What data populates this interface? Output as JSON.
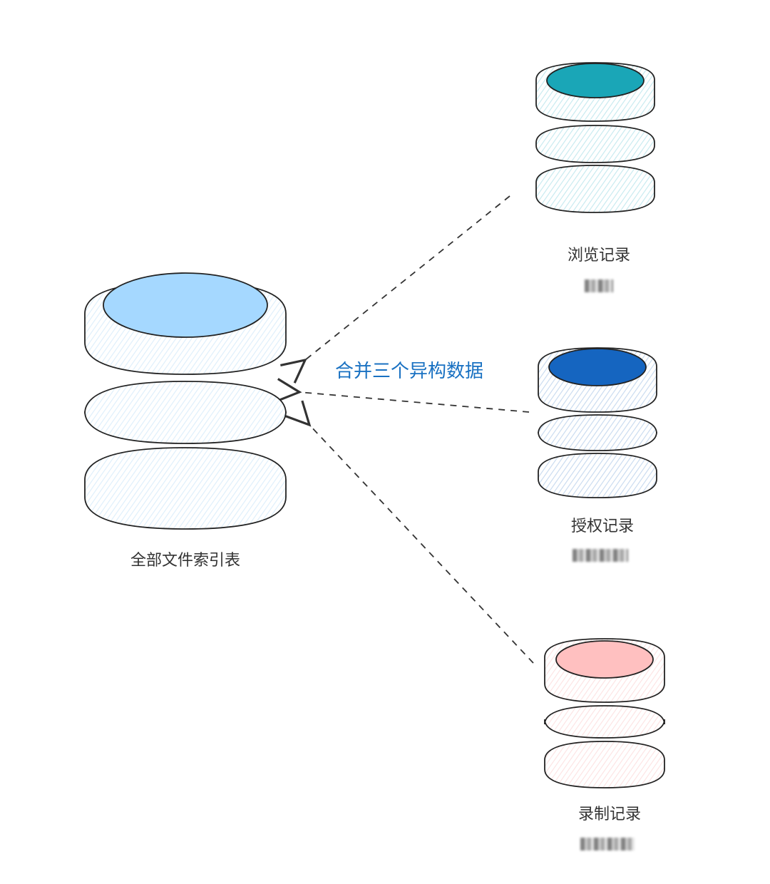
{
  "diagram": {
    "merge_label": "合并三个异构数据",
    "target": {
      "label": "全部文件索引表",
      "color": "#a5d8ff",
      "fill": "#dceefb"
    },
    "sources": [
      {
        "label": "浏览记录",
        "color": "#1aa6b7",
        "fill": "#c4e9ef"
      },
      {
        "label": "授权记录",
        "color": "#1565c0",
        "fill": "#c6d9ef"
      },
      {
        "label": "录制记录",
        "color": "#ffc0c0",
        "fill": "#fde2e2"
      }
    ]
  }
}
